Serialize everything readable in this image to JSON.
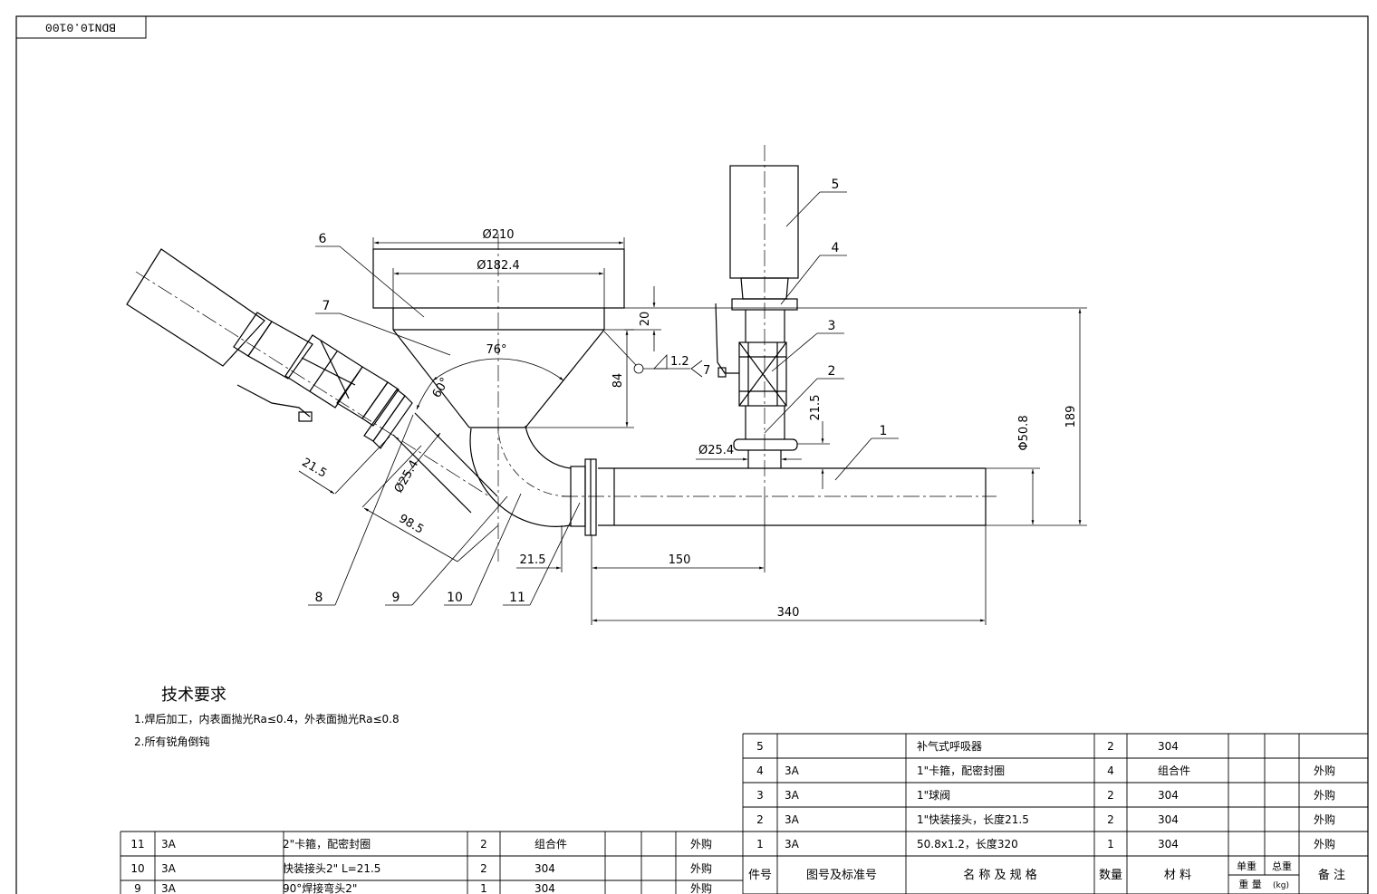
{
  "drawing_number": "BDN10.0100",
  "dimensions": {
    "d210": "Ø210",
    "d182_4": "Ø182.4",
    "h20": "20",
    "h84": "84",
    "h189": "189",
    "d50_8": "Φ50.8",
    "d25_4_top": "Ø25.4",
    "h21_5_valve": "21.5",
    "l150": "150",
    "l21_5_bottom": "21.5",
    "l340": "340",
    "angle_76": "76°",
    "angle_60": "60°",
    "d25_4_left": "Ø25.4",
    "l21_5_left": "21.5",
    "l98_5": "98.5",
    "weld_size": "1.2",
    "weld_count": "7"
  },
  "balloons": [
    "1",
    "2",
    "3",
    "4",
    "5",
    "6",
    "7",
    "8",
    "9",
    "10",
    "11"
  ],
  "tech_requirements": {
    "title": "技术要求",
    "items": [
      "1.焊后加工，内表面抛光Ra≤0.4，外表面抛光Ra≤0.8",
      "2.所有锐角倒钝"
    ]
  },
  "bom_right": {
    "header": {
      "part_no": "件号",
      "drawing_std": "图号及标准号",
      "name_spec": "名 称 及 规 格",
      "qty": "数量",
      "material": "材  料",
      "unit_weight": "单重",
      "total_weight": "总重",
      "weight": "重 量",
      "weight_unit": "(kg)",
      "remark": "备 注"
    },
    "rows": [
      {
        "no": "5",
        "std": "",
        "name": "补气式呼吸器",
        "qty": "2",
        "mat": "304",
        "remark": ""
      },
      {
        "no": "4",
        "std": "3A",
        "name": "1\"卡箍，配密封圈",
        "qty": "4",
        "mat": "组合件",
        "remark": "外购"
      },
      {
        "no": "3",
        "std": "3A",
        "name": "1\"球阀",
        "qty": "2",
        "mat": "304",
        "remark": "外购"
      },
      {
        "no": "2",
        "std": "3A",
        "name": "1\"快装接头，长度21.5",
        "qty": "2",
        "mat": "304",
        "remark": "外购"
      },
      {
        "no": "1",
        "std": "3A",
        "name": "50.8x1.2，长度320",
        "qty": "1",
        "mat": "304",
        "remark": "外购"
      }
    ]
  },
  "bom_left": {
    "rows": [
      {
        "no": "11",
        "std": "3A",
        "name": "2\"卡箍，配密封圈",
        "qty": "2",
        "mat": "组合件",
        "remark": "外购"
      },
      {
        "no": "10",
        "std": "3A",
        "name": "快装接头2\"  L=21.5",
        "qty": "2",
        "mat": "304",
        "remark": "外购"
      },
      {
        "no": "9",
        "std": "3A",
        "name": "90°焊接弯头2\"",
        "qty": "1",
        "mat": "304",
        "remark": "外购"
      }
    ]
  }
}
